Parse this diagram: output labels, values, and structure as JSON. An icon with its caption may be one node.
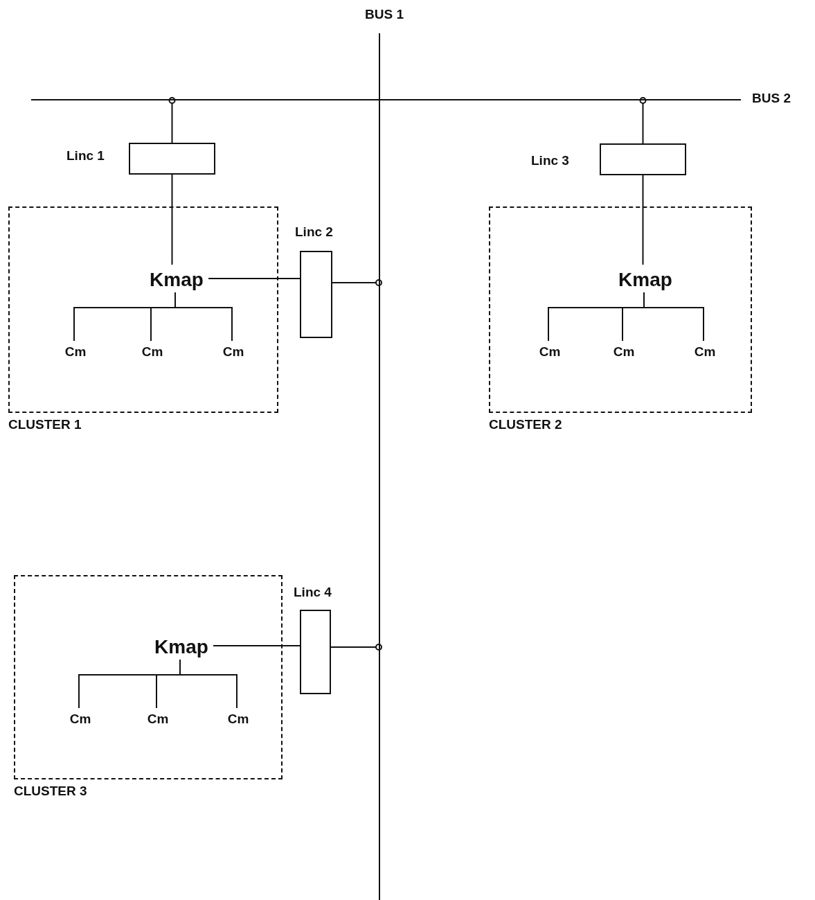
{
  "diagram": {
    "nodes": [
      {
        "text": [
          "BUS 1"
        ]
      },
      {
        "text": [
          "BUS 2"
        ]
      },
      {
        "text": [
          "CLUSTER 1"
        ]
      },
      {
        "text": [
          "Kmap"
        ],
        "in": 2
      },
      {
        "text": [
          "Cm"
        ],
        "in": 2
      },
      {
        "text": [
          "Cm"
        ],
        "in": 2
      },
      {
        "text": [
          "Cm"
        ],
        "in": 2
      },
      {
        "text": [
          "CLUSTER 2"
        ]
      },
      {
        "text": [
          "Kmap"
        ],
        "in": 7
      },
      {
        "text": [
          "Cm"
        ],
        "in": 7
      },
      {
        "text": [
          "Cm"
        ],
        "in": 7
      },
      {
        "text": [
          "Cm"
        ],
        "in": 7
      },
      {
        "text": [
          "CLUSTER 3"
        ]
      },
      {
        "text": [
          "Kmap"
        ],
        "in": 12
      },
      {
        "text": [
          "Cm"
        ],
        "in": 12
      },
      {
        "text": [
          "Cm"
        ],
        "in": 12
      },
      {
        "text": [
          "Cm"
        ],
        "in": 12
      },
      {
        "text": [],
        "shape": "box",
        "beside": [
          "Linc 1"
        ]
      },
      {
        "text": [],
        "shape": "box",
        "beside": [
          "Linc 2"
        ]
      },
      {
        "text": [],
        "shape": "box",
        "beside": [
          "Linc 3"
        ]
      },
      {
        "text": [],
        "shape": "box",
        "beside": [
          "Linc 4"
        ]
      }
    ],
    "edges": [
      {
        "from": 1,
        "to": 17,
        "arrow": "other"
      },
      {
        "from": 17,
        "to": 3,
        "arrow": "none"
      },
      {
        "from": 3,
        "to": 18,
        "arrow": "none"
      },
      {
        "from": 0,
        "to": 18,
        "arrow": "other"
      },
      {
        "from": 3,
        "to": 4,
        "arrow": "none"
      },
      {
        "from": 3,
        "to": 5,
        "arrow": "none"
      },
      {
        "from": 3,
        "to": 6,
        "arrow": "none"
      },
      {
        "from": 1,
        "to": 19,
        "arrow": "other"
      },
      {
        "from": 19,
        "to": 8,
        "arrow": "none"
      },
      {
        "from": 8,
        "to": 9,
        "arrow": "none"
      },
      {
        "from": 8,
        "to": 10,
        "arrow": "none"
      },
      {
        "from": 8,
        "to": 11,
        "arrow": "none"
      },
      {
        "from": 13,
        "to": 20,
        "arrow": "none"
      },
      {
        "from": 0,
        "to": 20,
        "arrow": "other"
      },
      {
        "from": 13,
        "to": 14,
        "arrow": "none"
      },
      {
        "from": 13,
        "to": 15,
        "arrow": "none"
      },
      {
        "from": 13,
        "to": 16,
        "arrow": "none"
      }
    ]
  }
}
